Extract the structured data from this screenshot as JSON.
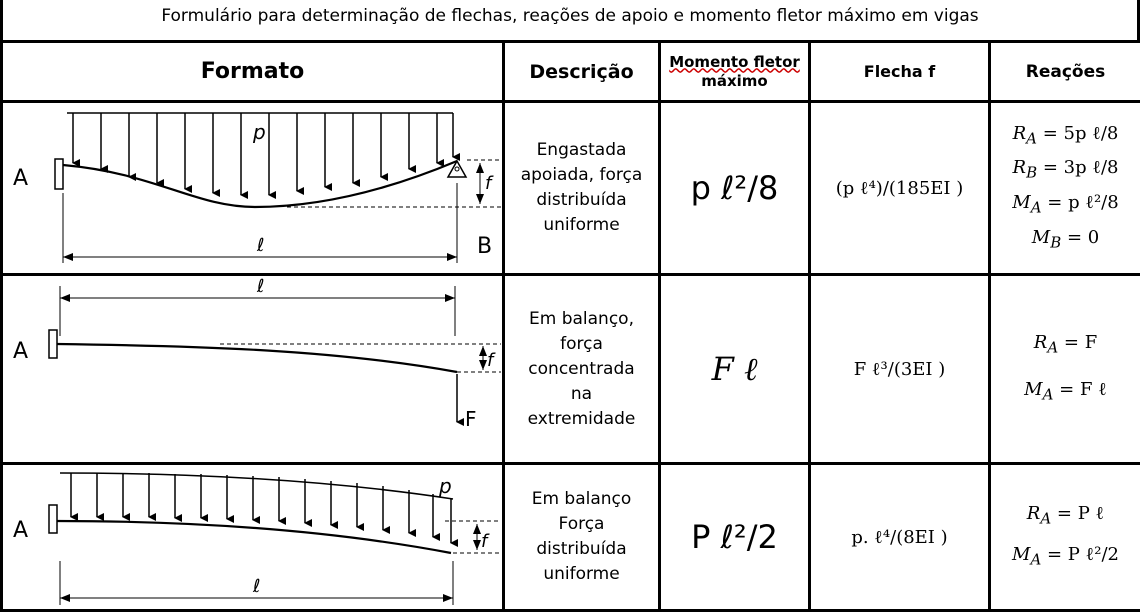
{
  "page_title": "Formulário para determinação de flechas, reações de apoio e momento fletor máximo em vigas",
  "headers": {
    "formato": "Formato",
    "descricao": "Descrição",
    "momento_line1": "Momento fletor",
    "momento_line2": "máximo",
    "flecha": "Flecha f",
    "reacoes": "Reações"
  },
  "rows": [
    {
      "diagram_labels": {
        "a": "A",
        "b": "B",
        "load": "p",
        "length": "ℓ",
        "deflection": "f"
      },
      "description": [
        "Engastada",
        "apoiada, força",
        "distribuída",
        "uniforme"
      ],
      "moment": "p  ℓ²/8",
      "deflection": "(p ℓ⁴)/(185EI )",
      "reactions": [
        "R_A = 5p ℓ/8",
        "R_B = 3p ℓ/8",
        "M_A = p ℓ²/8",
        "M_B = 0"
      ]
    },
    {
      "diagram_labels": {
        "a": "A",
        "force": "F",
        "length": "ℓ",
        "deflection": "f"
      },
      "description": [
        "Em balanço,",
        "força",
        "concentrada",
        "na",
        "extremidade"
      ],
      "moment": "F ℓ",
      "deflection": "F ℓ³/(3EI )",
      "reactions": [
        "R_A = F",
        "M_A = F ℓ"
      ]
    },
    {
      "diagram_labels": {
        "a": "A",
        "load": "p",
        "length": "ℓ",
        "deflection": "f"
      },
      "description": [
        "Em balanço",
        "Força",
        "distribuída",
        "uniforme"
      ],
      "moment": "P  ℓ²/2",
      "deflection": "p. ℓ⁴/(8EI )",
      "reactions": [
        "R_A = P ℓ",
        "M_A = P ℓ²/2"
      ]
    }
  ]
}
